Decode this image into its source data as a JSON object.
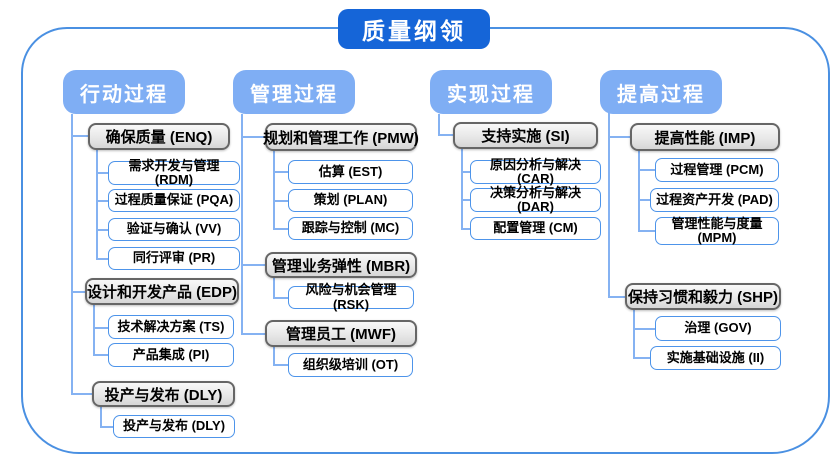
{
  "diagram": {
    "title": "质量纲领",
    "colors": {
      "title_bg": "#1565D8",
      "header_bg": "#7FAEF4",
      "connector": "#85B2F2",
      "child_border": "#4D94EA",
      "parent_border": "#666666",
      "frame_border": "#4A90E2"
    },
    "columns": [
      {
        "header": "行动过程",
        "groups": [
          {
            "parent": "确保质量 (ENQ)",
            "children": [
              "需求开发与管理 (RDM)",
              "过程质量保证 (PQA)",
              "验证与确认 (VV)",
              "同行评审 (PR)"
            ]
          },
          {
            "parent": "设计和开发产品 (EDP)",
            "children": [
              "技术解决方案 (TS)",
              "产品集成 (PI)"
            ]
          },
          {
            "parent": "投产与发布 (DLY)",
            "children": [
              "投产与发布 (DLY)"
            ]
          }
        ]
      },
      {
        "header": "管理过程",
        "groups": [
          {
            "parent": "规划和管理工作 (PMW)",
            "children": [
              "估算 (EST)",
              "策划 (PLAN)",
              "跟踪与控制 (MC)"
            ]
          },
          {
            "parent": "管理业务弹性 (MBR)",
            "children": [
              "风险与机会管理 (RSK)"
            ]
          },
          {
            "parent": "管理员工 (MWF)",
            "children": [
              "组织级培训 (OT)"
            ]
          }
        ]
      },
      {
        "header": "实现过程",
        "groups": [
          {
            "parent": "支持实施 (SI)",
            "children": [
              "原因分析与解决 (CAR)",
              "决策分析与解决 (DAR)",
              "配置管理 (CM)"
            ]
          }
        ]
      },
      {
        "header": "提高过程",
        "groups": [
          {
            "parent": "提高性能 (IMP)",
            "children": [
              "过程管理 (PCM)",
              "过程资产开发 (PAD)",
              "管理性能与度量 (MPM)"
            ]
          },
          {
            "parent": "保持习惯和毅力 (SHP)",
            "children": [
              "治理 (GOV)",
              "实施基础设施 (II)"
            ]
          }
        ]
      }
    ]
  }
}
